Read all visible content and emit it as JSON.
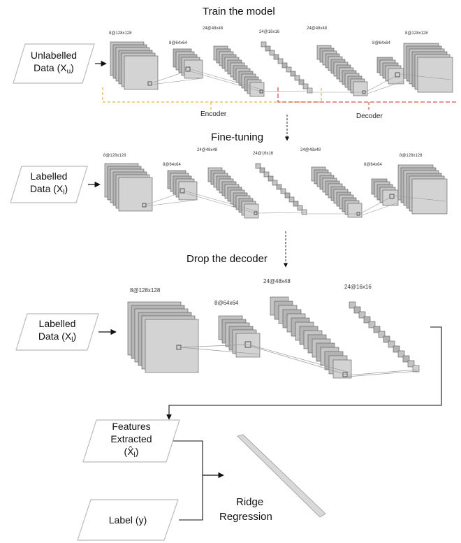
{
  "sections": {
    "train_title": "Train the model",
    "finetune_title": "Fine-tuning",
    "drop_title": "Drop the decoder"
  },
  "inputs": {
    "unlabelled": {
      "line1": "Unlabelled",
      "line2": "Data (X",
      "sub": "u",
      "close": ")"
    },
    "labelled": {
      "line1": "Labelled",
      "line2": "Data (X",
      "sub": "l",
      "close": ")"
    },
    "labelled_final": {
      "line1": "Labelled",
      "line2": "Data (X",
      "sub": "l",
      "close": ")"
    },
    "features": {
      "line1": "Features",
      "line2": "Extracted",
      "line3": "(X̂",
      "sub": "l",
      "close": ")"
    },
    "label": {
      "text": "Label (y)"
    }
  },
  "legend": {
    "encoder": "Encoder",
    "decoder": "Decoder",
    "encoder_color": "#e8b84a",
    "decoder_color": "#d9534f"
  },
  "layers": {
    "full": [
      "8@128x128",
      "8@64x64",
      "24@48x48",
      "24@16x16",
      "24@48x48",
      "8@64x64",
      "8@128x128"
    ],
    "encoder_only": [
      "8@128x128",
      "8@64x64",
      "24@48x48",
      "24@16x16"
    ]
  },
  "regression": {
    "line1": "Ridge",
    "line2": "Regression"
  },
  "colors": {
    "layer_fill": "#d9d9d9",
    "layer_stroke": "#555555",
    "shape_stroke": "#bbbbbb",
    "arrow": "#111111"
  }
}
